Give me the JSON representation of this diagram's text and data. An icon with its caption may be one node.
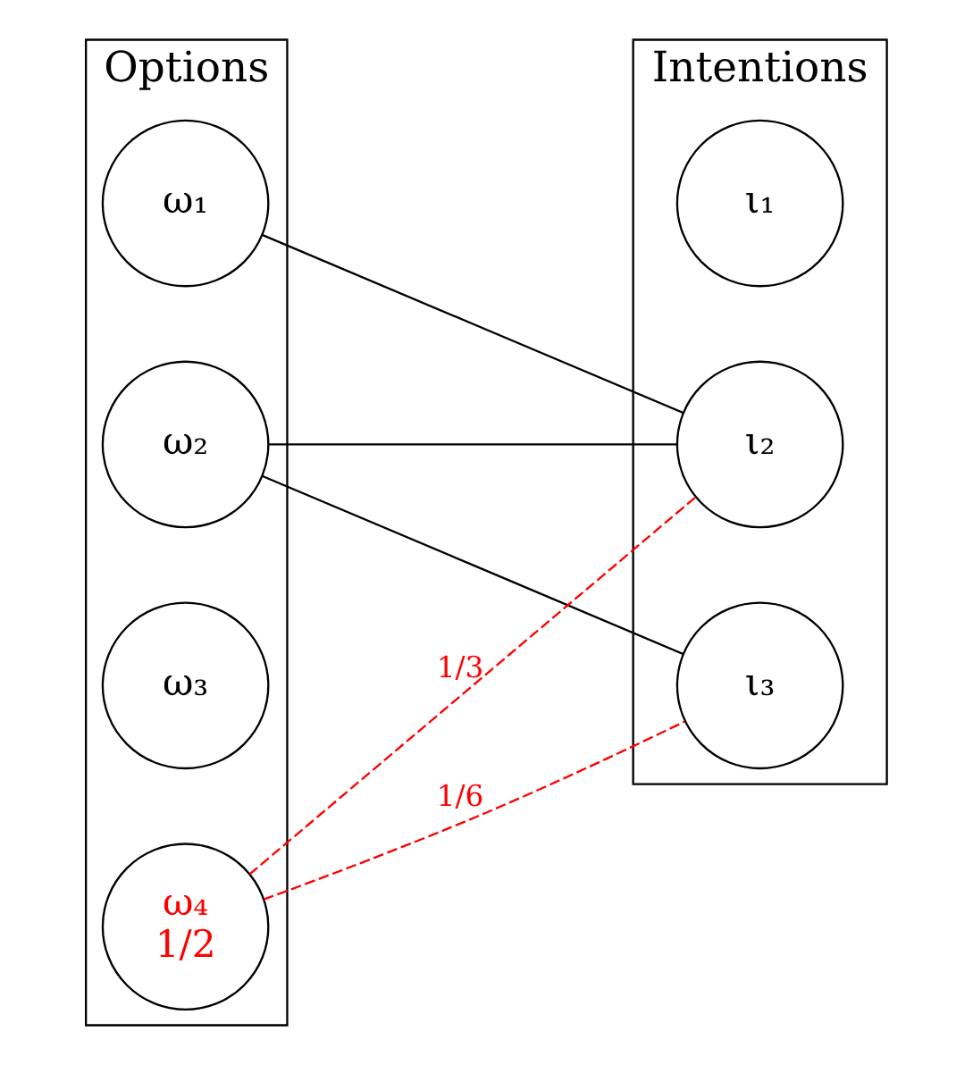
{
  "diagram": {
    "nodes": [
      {
        "text": [
          "Options"
        ]
      },
      {
        "text": [
          "ω₁"
        ],
        "in": 0
      },
      {
        "text": [
          "ω₂"
        ],
        "in": 0
      },
      {
        "text": [
          "ω₃"
        ],
        "in": 0
      },
      {
        "text": [
          "ω₄",
          "1/2"
        ],
        "in": 0
      },
      {
        "text": [
          "Intentions"
        ]
      },
      {
        "text": [
          "ι₁"
        ],
        "in": 5
      },
      {
        "text": [
          "ι₂"
        ],
        "in": 5
      },
      {
        "text": [
          "ι₃"
        ],
        "in": 5
      }
    ],
    "edges": [
      {
        "from": 1,
        "to": 7,
        "arrow": "none"
      },
      {
        "from": 2,
        "to": 7,
        "arrow": "none"
      },
      {
        "from": 2,
        "to": 8,
        "arrow": "none"
      },
      {
        "from": 4,
        "to": 7,
        "arrow": "none",
        "label": "1/3",
        "style": "dashed",
        "color": "#ff0000"
      },
      {
        "from": 4,
        "to": 8,
        "arrow": "none",
        "label": "1/6",
        "style": "dashed",
        "color": "#ff0000"
      }
    ]
  }
}
